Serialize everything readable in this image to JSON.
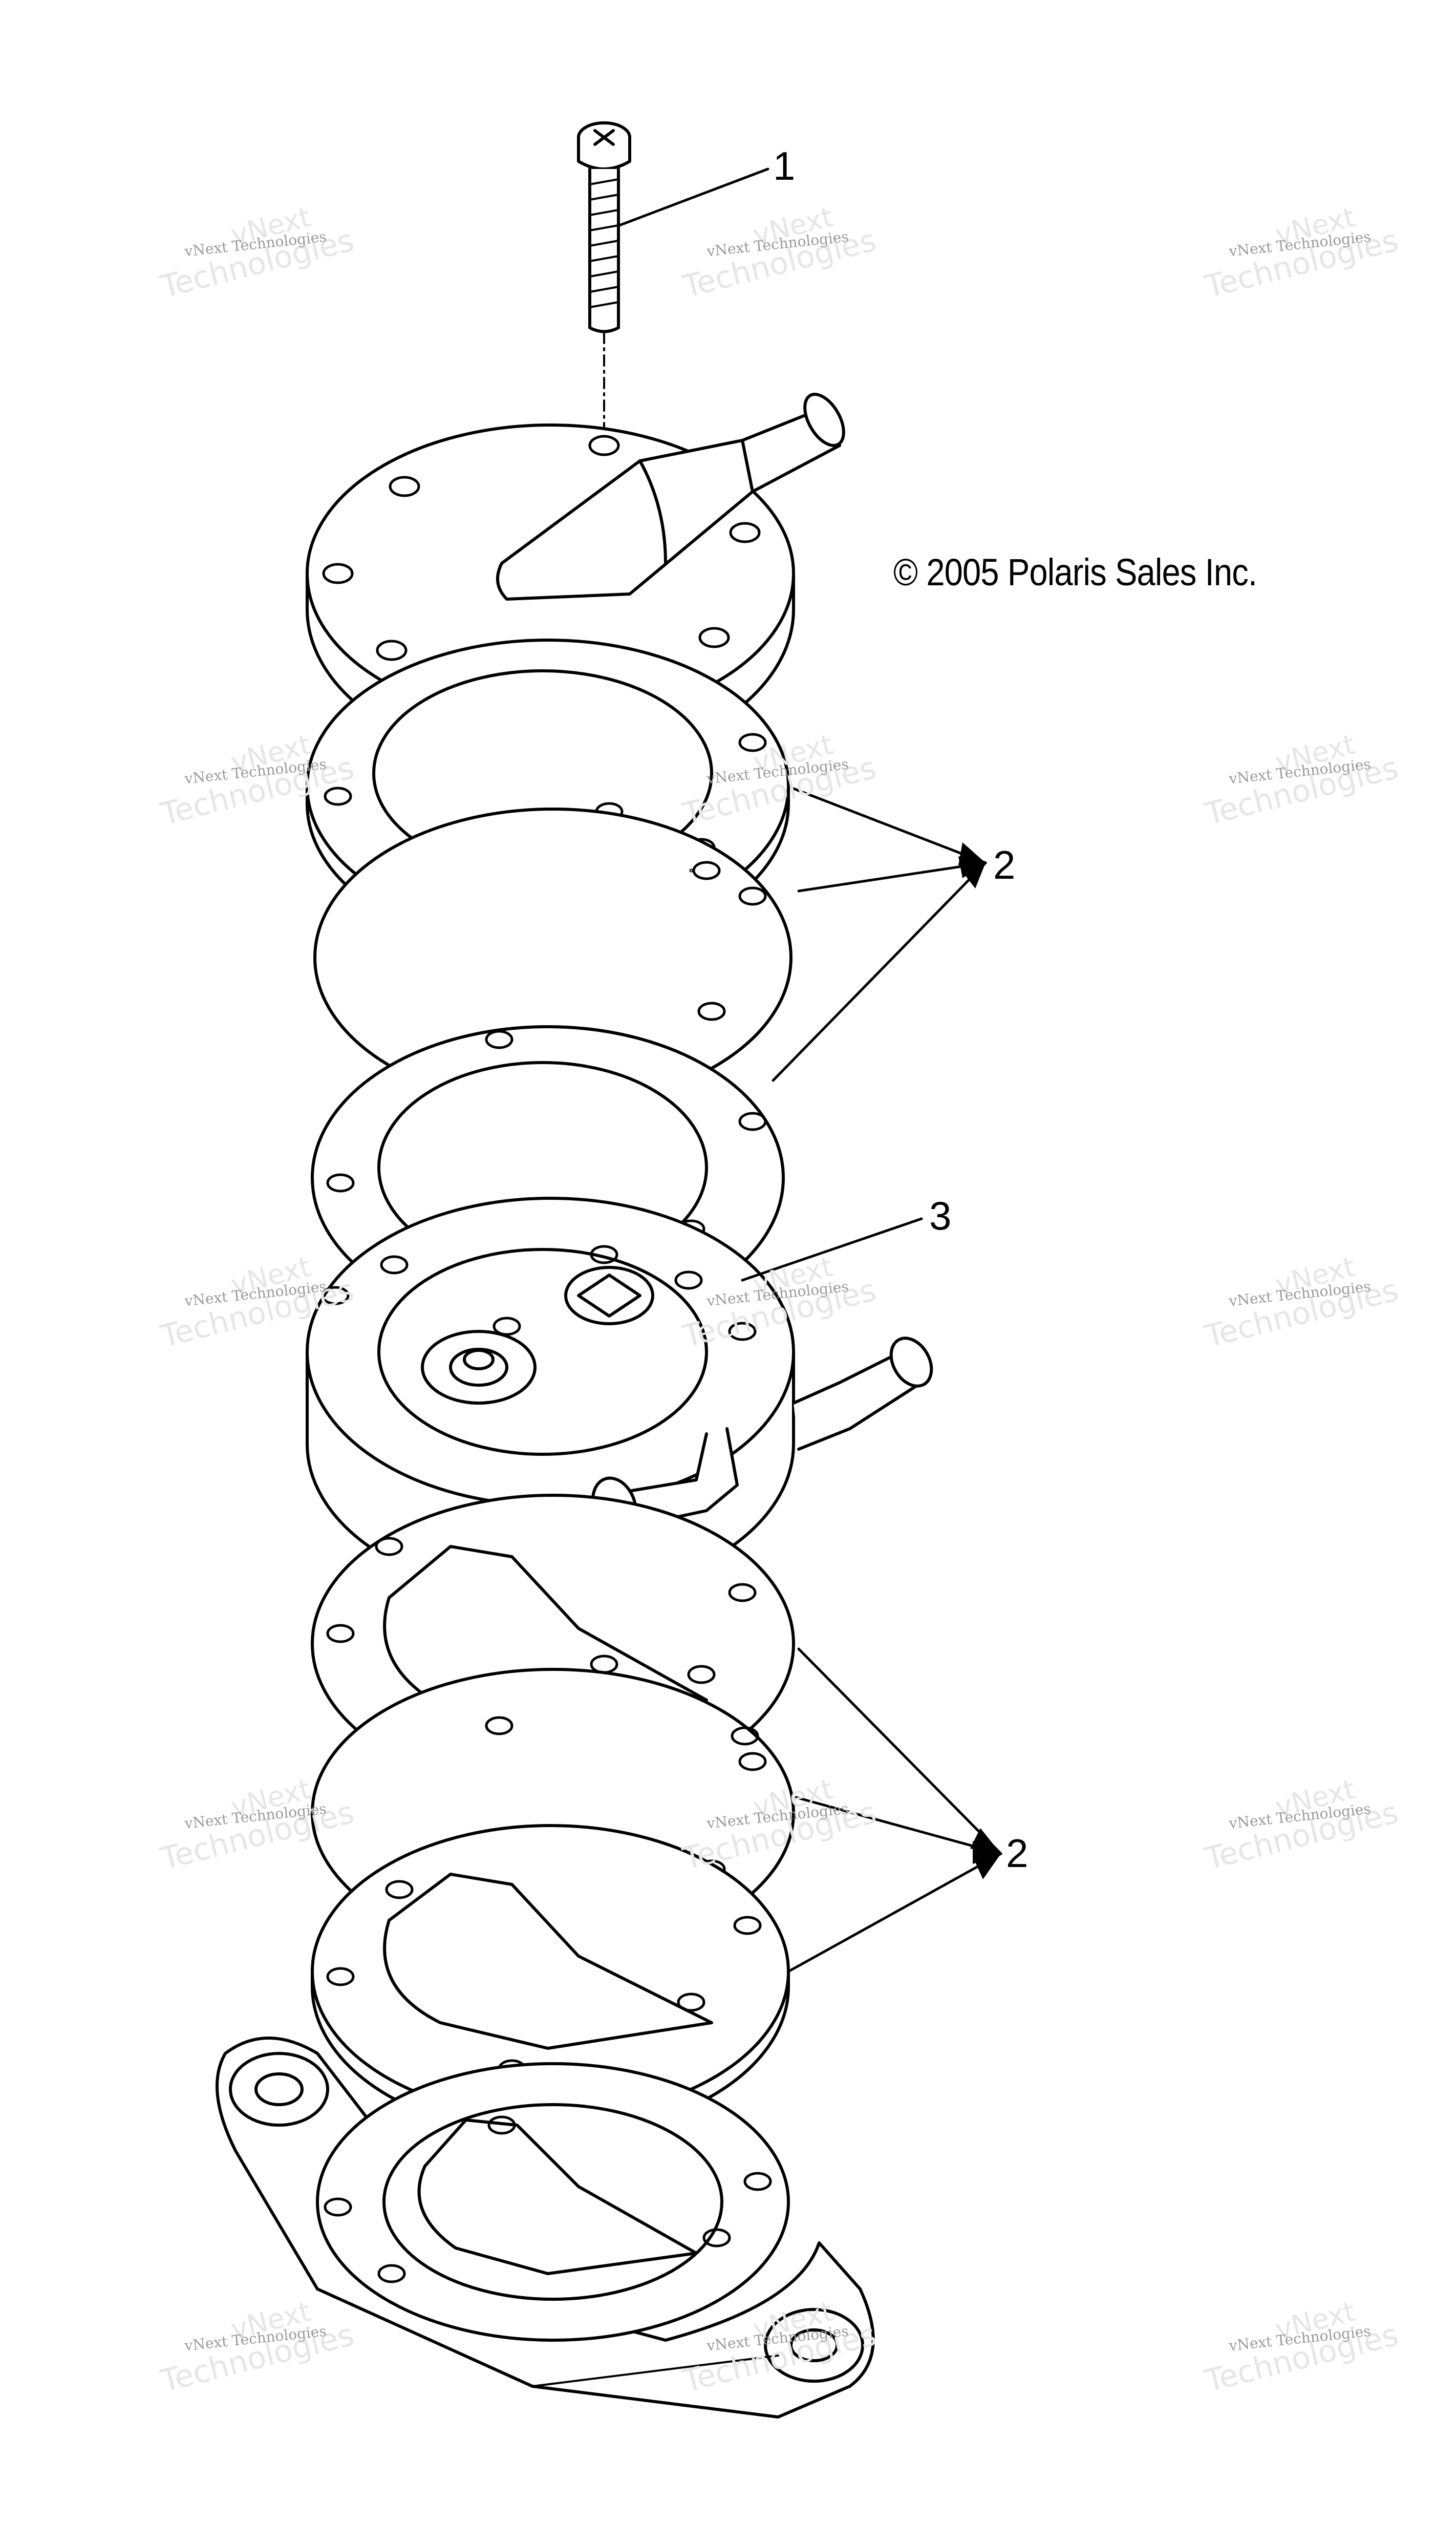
{
  "copyright": "© 2005 Polaris Sales Inc.",
  "callouts": [
    "1",
    "2",
    "3",
    "2"
  ],
  "watermark": {
    "line_small": "vNext Technologies",
    "line_big_1": "vNext",
    "line_big_2": "Technologies"
  },
  "colors": {
    "line": "#000000",
    "background": "#ffffff",
    "watermark": "#e6e6e6"
  }
}
